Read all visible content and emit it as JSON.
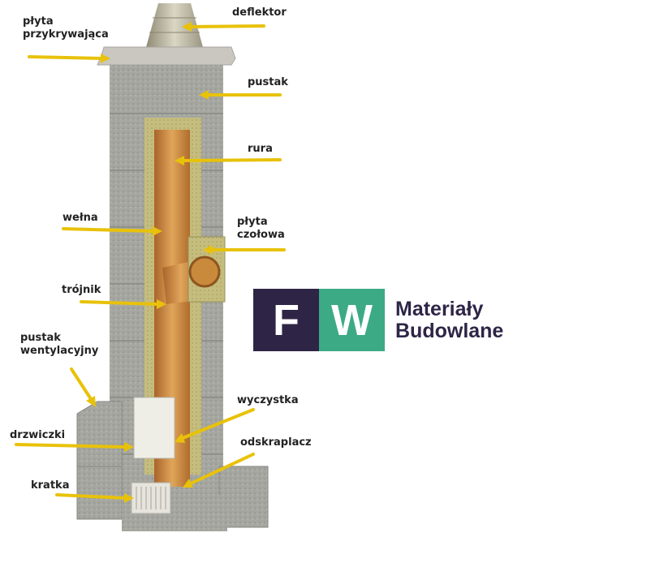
{
  "labels": {
    "plyta_przykrywajaca": [
      "płyta",
      "przykrywająca"
    ],
    "deflektor": "deflektor",
    "pustak": "pustak",
    "rura": "rura",
    "welna": "wełna",
    "plyta_czolowa": [
      "płyta",
      "czołowa"
    ],
    "trojnik": "trójnik",
    "pustak_wentylacyjny": [
      "pustak",
      "wentylacyjny"
    ],
    "wyczystka": "wyczystka",
    "drzwiczki": "drzwiczki",
    "odskraplacz": "odskraplacz",
    "kratka": "kratka"
  },
  "logo": {
    "letter1": "F",
    "letter2": "W",
    "line1": "Materiały",
    "line2": "Budowlane",
    "color_dark": "#2e2546",
    "color_green": "#3daa86"
  },
  "colors": {
    "arrow": "#e8c20a",
    "block": "#9a9c96",
    "pipe": "#c98a3c",
    "wool": "#c9c07a"
  }
}
